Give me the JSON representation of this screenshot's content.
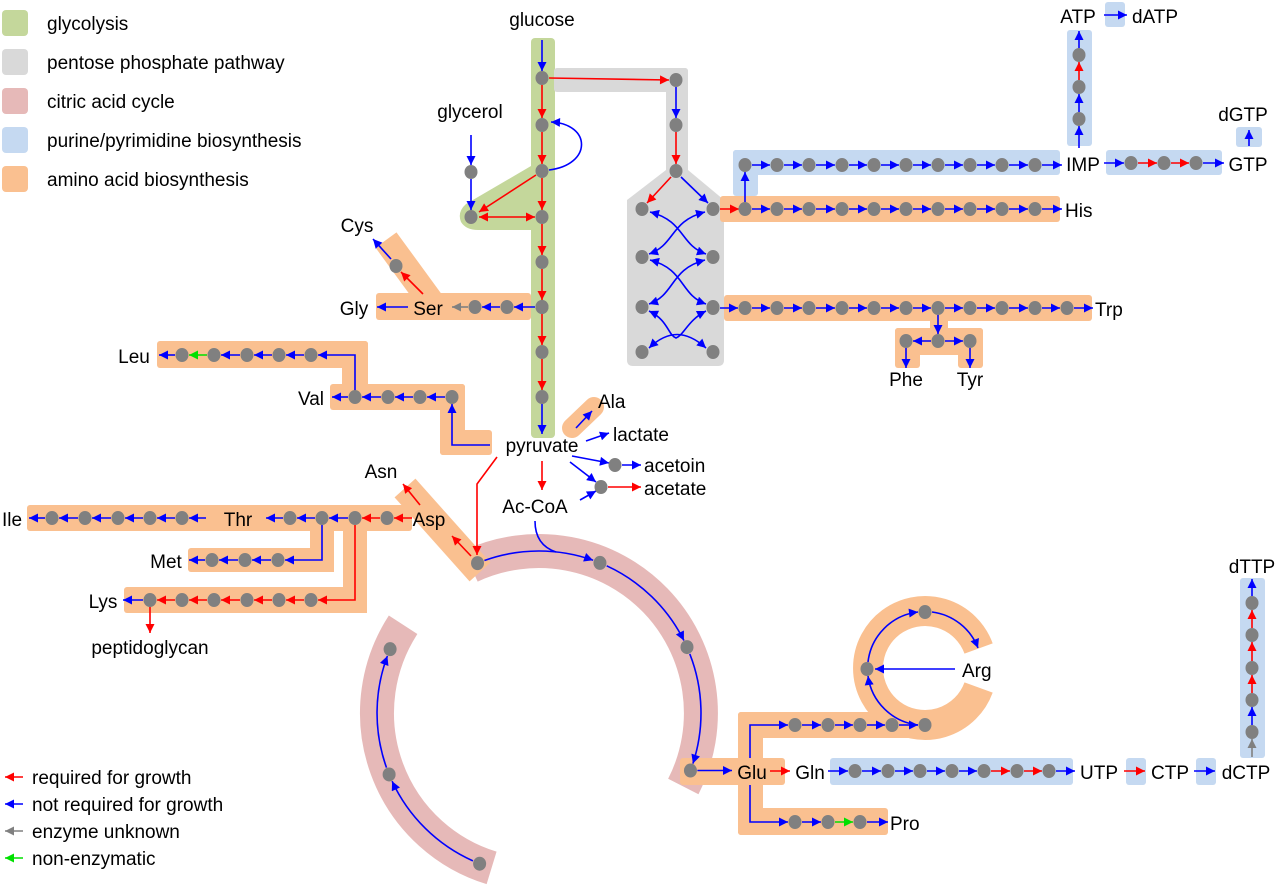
{
  "legend": {
    "pathways": [
      {
        "label": "glycolysis",
        "color": "#c4d79b"
      },
      {
        "label": "pentose phosphate pathway",
        "color": "#d9d9d9"
      },
      {
        "label": "citric acid cycle",
        "color": "#e6b9b8"
      },
      {
        "label": "purine/pyrimidine biosynthesis",
        "color": "#c5d9f1"
      },
      {
        "label": "amino acid biosynthesis",
        "color": "#fac090"
      }
    ],
    "arrows": [
      {
        "label": "required for growth",
        "color": "#ff0000"
      },
      {
        "label": "not required for growth",
        "color": "#0000ff"
      },
      {
        "label": "enzyme unknown",
        "color": "#808080"
      },
      {
        "label": "non-enzymatic",
        "color": "#00e000"
      }
    ]
  },
  "metabolites": {
    "glucose": "glucose",
    "glycerol": "glycerol",
    "cys": "Cys",
    "gly": "Gly",
    "ser": "Ser",
    "leu": "Leu",
    "val": "Val",
    "pyruvate": "pyruvate",
    "ala": "Ala",
    "lactate": "lactate",
    "acetoin": "acetoin",
    "acetate": "acetate",
    "accoa": "Ac-CoA",
    "asn": "Asn",
    "asp": "Asp",
    "ile": "Ile",
    "thr": "Thr",
    "met": "Met",
    "lys": "Lys",
    "peptidoglycan": "peptidoglycan",
    "glu": "Glu",
    "gln": "Gln",
    "utp": "UTP",
    "ctp": "CTP",
    "dctp": "dCTP",
    "dttp": "dTTP",
    "arg": "Arg",
    "pro": "Pro",
    "his": "His",
    "trp": "Trp",
    "phe": "Phe",
    "tyr": "Tyr",
    "imp": "IMP",
    "gtp": "GTP",
    "dgtp": "dGTP",
    "atp": "ATP",
    "datp": "dATP"
  }
}
